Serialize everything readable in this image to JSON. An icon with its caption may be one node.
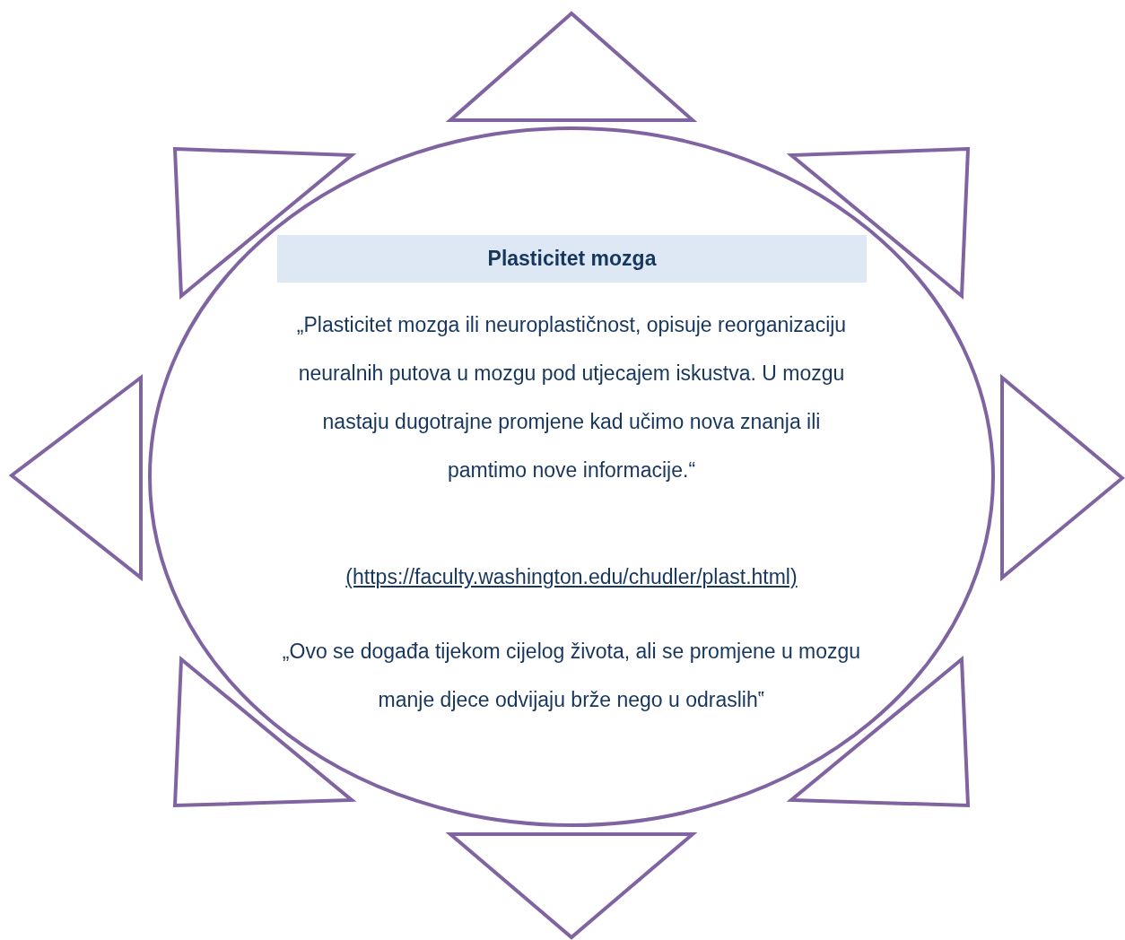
{
  "diagram": {
    "nodes": [
      {
        "text": [
          "„Plasticitet mozga ili neuroplastičnost, opisuje reorganizaciju neuralnih putova u mozgu pod utjecajem iskustva. U mozgu nastaju dugotrajne promjene kad učimo nova znanja ili pamtimo nove informacije.“",
          "(https://faculty.washington.edu/chudler/plast.html)",
          "„Ovo se događa tijekom cijelog života, ali se promjene u mozgu manje djece odvijaju brže nego u odraslih‟"
        ]
      },
      {
        "text": [
          "Plasticitet mozga"
        ],
        "in": 0
      },
      {
        "text": [],
        "shape": "triangle"
      },
      {
        "text": [],
        "shape": "triangle"
      },
      {
        "text": [],
        "shape": "triangle"
      },
      {
        "text": [],
        "shape": "triangle"
      },
      {
        "text": [],
        "shape": "triangle"
      },
      {
        "text": [],
        "shape": "triangle"
      },
      {
        "text": [],
        "shape": "triangle"
      },
      {
        "text": [],
        "shape": "triangle"
      }
    ],
    "edges": []
  }
}
